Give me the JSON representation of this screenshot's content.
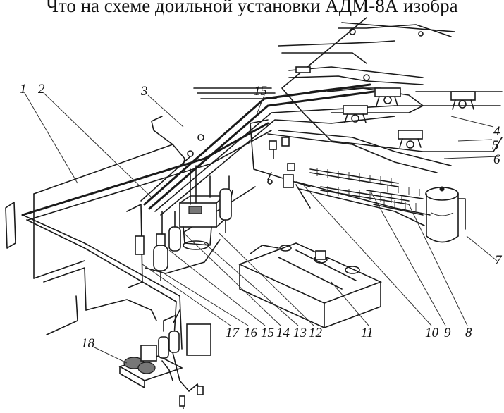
{
  "caption": "Что на схеме доильной установки АДМ-8А изобра",
  "labels": [
    "1",
    "2",
    "3",
    "4",
    "5",
    "6",
    "7",
    "8",
    "9",
    "10",
    "11",
    "12",
    "13",
    "14",
    "15",
    "16",
    "17",
    "18"
  ]
}
